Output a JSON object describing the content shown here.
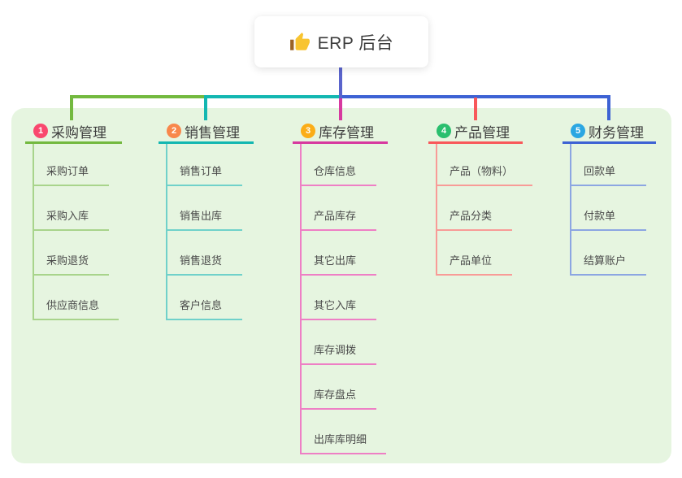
{
  "canvas": {
    "background": "#ffffff",
    "panel_background": "#e6f5e0"
  },
  "root": {
    "label": "ERP 后台",
    "icon": "thumbs-up-icon"
  },
  "connectors": {
    "root_stub_color": "#5a64cc"
  },
  "branches": [
    {
      "index": "1",
      "label": "采购管理",
      "badge_color": "#f9486e",
      "line_color": "#73b93f",
      "child_line_color": "#a8d48b",
      "children": [
        "采购订单",
        "采购入库",
        "采购退货",
        "供应商信息"
      ]
    },
    {
      "index": "2",
      "label": "销售管理",
      "badge_color": "#f8874b",
      "line_color": "#13b7b1",
      "child_line_color": "#70d1ca",
      "children": [
        "销售订单",
        "销售出库",
        "销售退货",
        "客户信息"
      ]
    },
    {
      "index": "3",
      "label": "库存管理",
      "badge_color": "#fbad18",
      "line_color": "#d7399f",
      "child_line_color": "#ee7fc5",
      "children": [
        "仓库信息",
        "产品库存",
        "其它出库",
        "其它入库",
        "库存调拨",
        "库存盘点",
        "出库库明细"
      ]
    },
    {
      "index": "4",
      "label": "产品管理",
      "badge_color": "#2abf6e",
      "line_color": "#f8585a",
      "child_line_color": "#f89b97",
      "children": [
        "产品（物料）",
        "产品分类",
        "产品单位"
      ]
    },
    {
      "index": "5",
      "label": "财务管理",
      "badge_color": "#2ba7e2",
      "line_color": "#3d62d4",
      "child_line_color": "#8ca6e2",
      "children": [
        "回款单",
        "付款单",
        "结算账户"
      ]
    }
  ]
}
